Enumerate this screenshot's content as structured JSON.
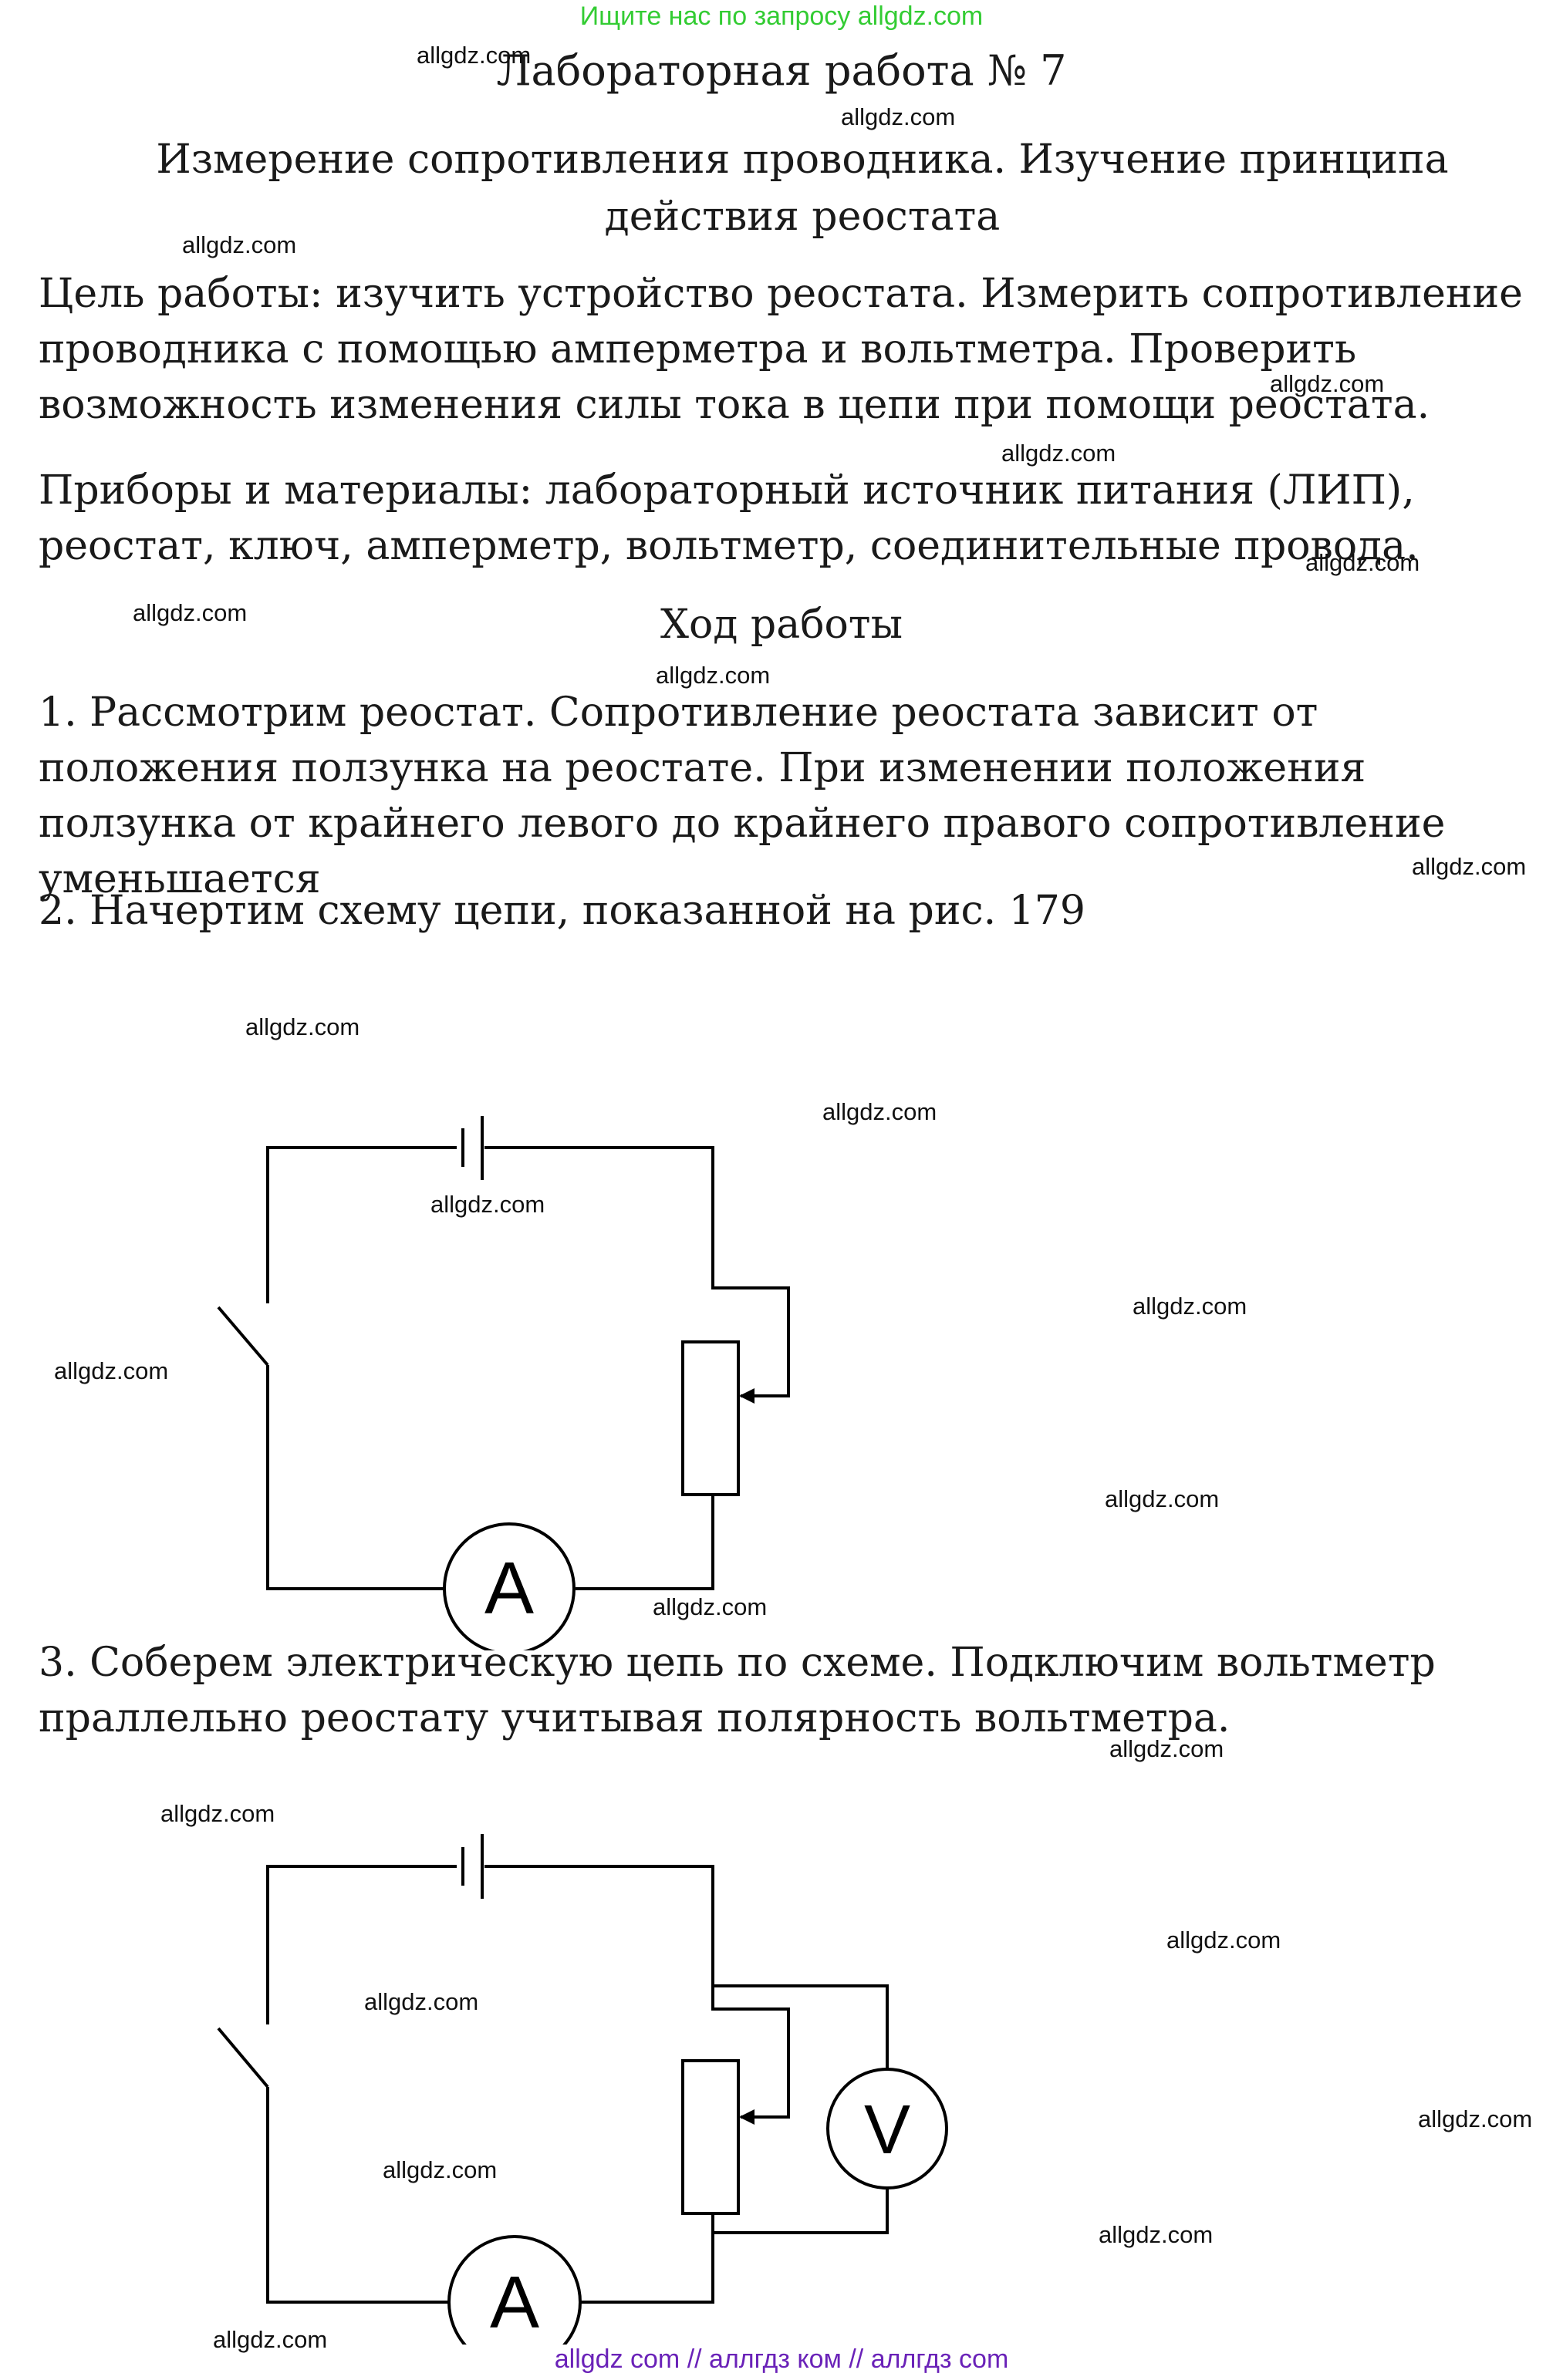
{
  "banner": "Ищите нас по запросу allgdz.com",
  "title": "Лабораторная работа № 7",
  "subtitle": "Измерение сопротивления проводника. Изучение принципа действия реостата",
  "goal": "Цель работы: изучить устройство реостата. Измерить сопротивление проводника с помощью амперметра и вольтметра. Проверить возможность изменения силы тока в цепи при помощи реостата.",
  "materials": "Приборы и материалы: лабораторный источник питания (ЛИП), реостат, ключ, амперметр, вольтметр, соединительные провода.",
  "progress_heading": "Ход работы",
  "step1": "1. Рассмотрим реостат. Сопротивление реостата зависит от положения ползунка на реостате. При изменении положения ползунка от крайнего левого до крайнего правого сопротивление уменьшается",
  "step2": "2. Начертим схему цепи, показанной на рис. 179",
  "step3": "3. Соберем электрическую цепь по схеме. Подключим вольтметр праллельно реостату учитывая полярность вольтметра.",
  "watermark": "allgdz.com",
  "ammeter_symbol": "A",
  "voltmeter_symbol": "V",
  "footer": "allgdz com  //  аллгдз ком  //  аллгдз com",
  "colors": {
    "banner": "#33cc33",
    "footer": "#6a22b8",
    "text": "#1a1a1a"
  }
}
